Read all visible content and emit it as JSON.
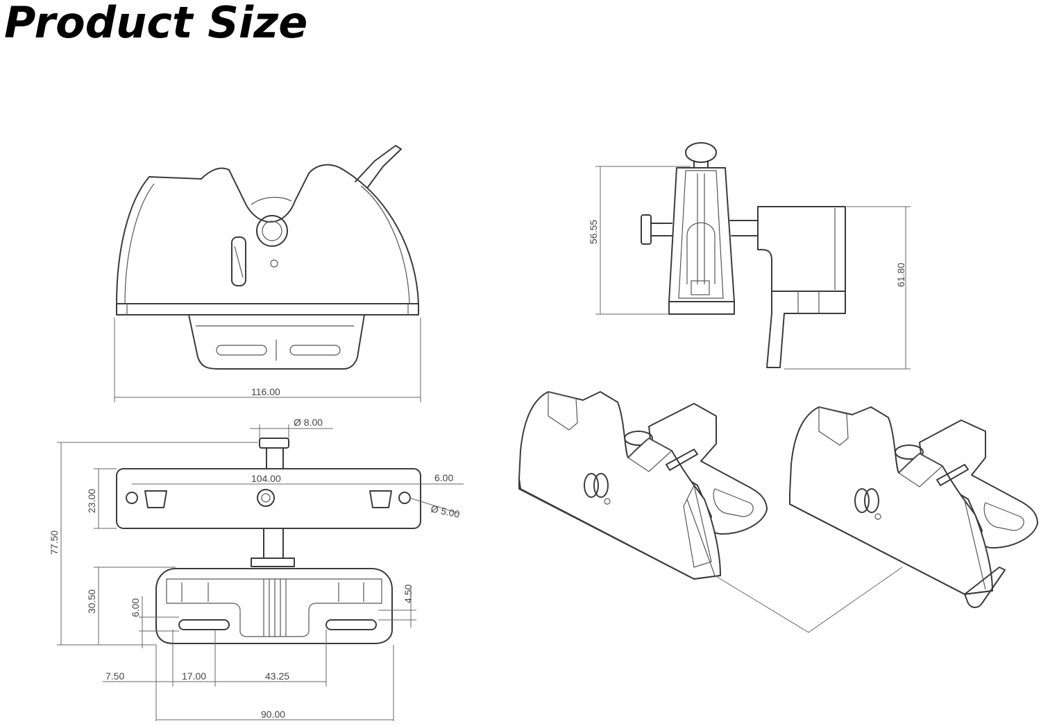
{
  "title": "Product Size",
  "dimensions": {
    "width_front": "116.00",
    "hole_pin_diameter": "Ø 8.00",
    "hole_spacing": "104.00",
    "edge_offset": "6.00",
    "hole_diameter": "Ø 5.00",
    "plate_height": "23.00",
    "overall_height": "77.50",
    "base_height": "30.50",
    "slot_height": "6.00",
    "slot_offset": "4.50",
    "left_margin": "7.50",
    "slot_length": "17.00",
    "slot_spacing": "43.25",
    "base_width": "90.00",
    "side_height": "56.55",
    "side_total_height": "61.80"
  }
}
